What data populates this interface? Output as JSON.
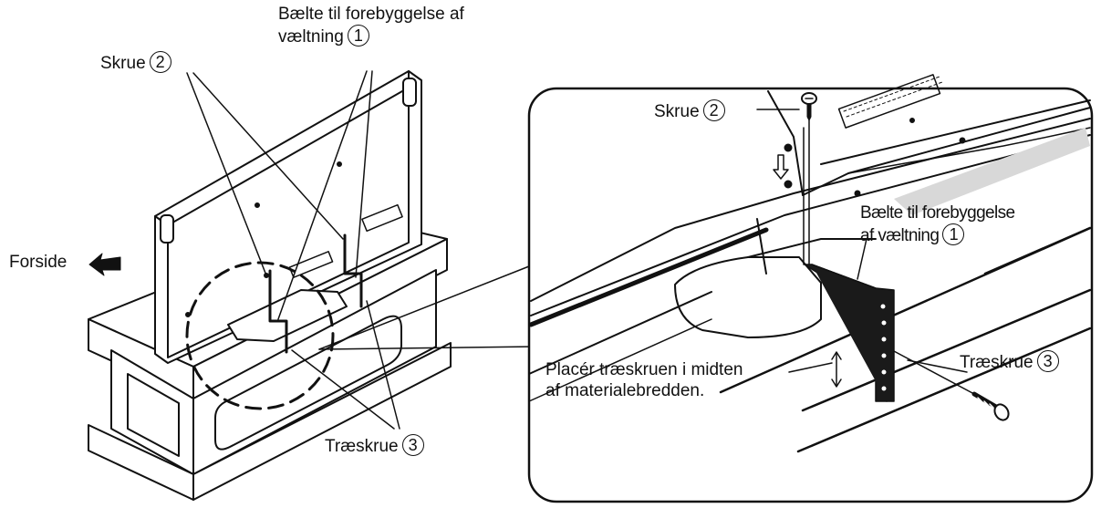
{
  "labels": {
    "belt_top_line1": "Bælte til forebyggelse af",
    "belt_top_line2": "væltning",
    "belt_num": "1",
    "screw_left": "Skrue",
    "screw_num": "2",
    "front": "Forside",
    "wood_bottom": "Træskrue",
    "wood_num": "3",
    "screw_detail": "Skrue",
    "belt_detail_line1": "Bælte til forebyggelse",
    "belt_detail_line2": "af væltning",
    "place_line1": "Placér træskruen i midten",
    "place_line2": "af materialebredden.",
    "wood_detail": "Træskrue"
  },
  "colors": {
    "ink": "#111111",
    "paper": "#ffffff",
    "shade": "#d8d8d8"
  },
  "icons": [
    "front-arrow-icon",
    "down-arrow-icon",
    "screw-icon",
    "wood-screw-icon"
  ]
}
